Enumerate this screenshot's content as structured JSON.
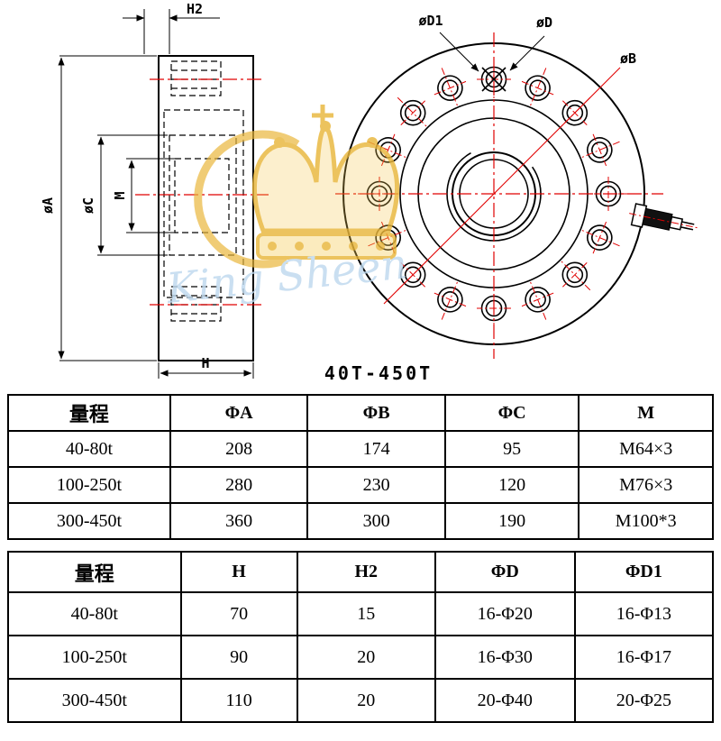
{
  "caption": "40T-450T",
  "watermark": {
    "brand": "King Sheen"
  },
  "drawing": {
    "side_view": {
      "labels": {
        "h2": "H2",
        "dia_a": "øA",
        "dia_c": "øC",
        "m": "M",
        "h": "H"
      }
    },
    "front_view": {
      "labels": {
        "dia_d1": "øD1",
        "dia_d": "øD",
        "dia_b": "øB"
      }
    }
  },
  "spec_table_1": {
    "headers": [
      "量程",
      "ΦA",
      "ΦB",
      "ΦC",
      "M"
    ],
    "rows": [
      [
        "40-80t",
        "208",
        "174",
        "95",
        "M64×3"
      ],
      [
        "100-250t",
        "280",
        "230",
        "120",
        "M76×3"
      ],
      [
        "300-450t",
        "360",
        "300",
        "190",
        "M100*3"
      ]
    ]
  },
  "spec_table_2": {
    "headers": [
      "量程",
      "H",
      "H2",
      "ΦD",
      "ΦD1"
    ],
    "rows": [
      [
        "40-80t",
        "70",
        "15",
        "16-Φ20",
        "16-Φ13"
      ],
      [
        "100-250t",
        "90",
        "20",
        "16-Φ30",
        "16-Φ17"
      ],
      [
        "300-450t",
        "110",
        "20",
        "20-Φ40",
        "20-Φ25"
      ]
    ]
  }
}
